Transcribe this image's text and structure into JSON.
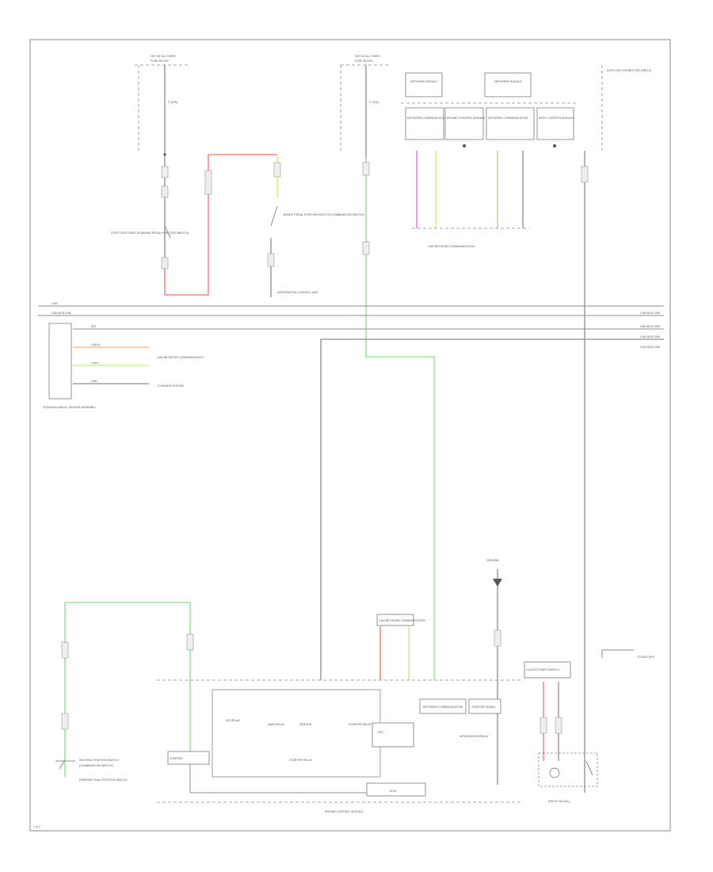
{
  "page_id": "1 of 2",
  "colors": {
    "frame": "#8a8a8a",
    "wire_default": "#8c8c8c",
    "wire_red": "#ff6b6b",
    "wire_green": "#7fe57f",
    "wire_magenta": "#f05cf0",
    "wire_yellow": "#d8ec5a",
    "wire_orange": "#f2b27a",
    "wire_lime": "#b6f07a"
  },
  "labels": {
    "hot_at_all_times_left": "HOT AT ALL TIMES",
    "fuse_block_left": "FUSE BLOCK",
    "hot_at_all_times_right": "HOT AT ALL TIMES",
    "fuse_block_right": "FUSE BLOCK",
    "fuse_left": "F (10A)",
    "fuse_right": "F (10A)",
    "data_link_top_right": "DATA LINK CONNECTOR (OBD-II)",
    "network_box_1": "NETWORK MODULE",
    "network_box_2": "NETWORK MODULE",
    "module_1": "NETWORK COMMUNICATION",
    "module_2": "ENGINE CONTROL MODULE",
    "module_3": "NETWORK COMMUNICATION",
    "module_4": "BODY CONTROL MODULE",
    "can_network_caption": "CAN NETWORK COMMUNICATION",
    "stop_light_switch": "STOP LIGHT SWITCH (BRAKE PEDAL POSITION SWITCH)",
    "brake_pedal_switch": "BRAKE PEDAL POSITION SWITCH (COMBINATION SWITCH)",
    "left_side_note": "INTEGRATION CONTROL UNIT",
    "bus_top": "CAN",
    "bus_mid_left": "CAN BUS LINE",
    "bus_mid_right": "CAN BUS LINE",
    "bus_row_1": "CAN BUS LINE",
    "bus_row_2": "CAN BUS LINE",
    "bus_row_3": "CAN BUS LINE",
    "left_module": "STEERING ANGLE SENSOR ASSEMBLY",
    "left_conn_1": "CAN H",
    "left_conn_2": "CAN L",
    "left_conn_3": "GND",
    "left_conn_4": "SIG",
    "left_conn_target": "CAN NETWORK COMMUNICATION",
    "left_conn_target_2": "TO BRAKE SYSTEM",
    "neutral_switch": "NEUTRAL POSITION SWITCH",
    "neutral_switch_2": "(COMBINATION SWITCH)",
    "park_neutral": "PARK/NEUTRAL POSITION SWITCH",
    "network_comm_center": "CAN NETWORK COMMUNICATION",
    "ground_label": "GROUND",
    "ecm_box": "ECM",
    "engine_control_caption": "ENGINE CONTROL MODULE",
    "sub_a": "IG1 RELAY",
    "sub_b": "MAIN RELAY",
    "sub_c": "SENSOR",
    "sub_d": "CPU",
    "sub_e": "STARTER RELAY",
    "sub_f": "NETWORK COMMUNICATION",
    "sub_g": "STARTER SIGNAL",
    "starter_relay_center": "STARTER RELAY",
    "integration_relay": "INTEGRATION RELAY",
    "starter_switch": "STARTER",
    "to_battery": "TO BATTERY",
    "clutch_start": "CLUTCH START SWITCH",
    "relay_caption": "(RELAY BLOCK)"
  }
}
